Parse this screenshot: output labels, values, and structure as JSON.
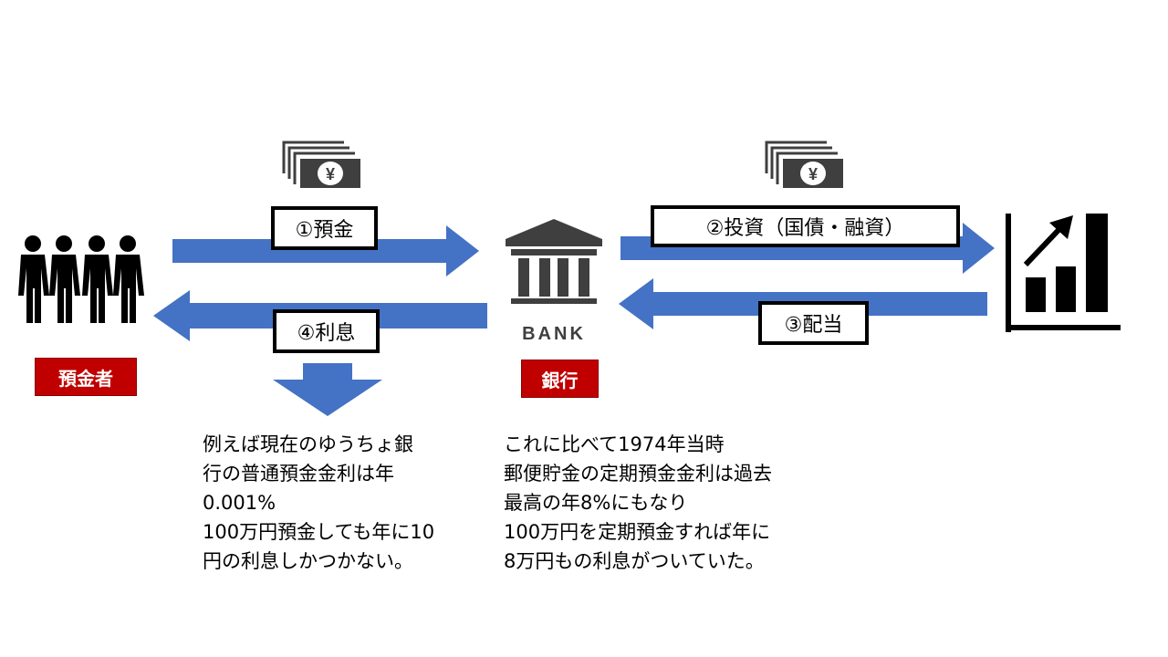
{
  "labels": {
    "deposit": "①預金",
    "invest": "②投資（国債・融資）",
    "dividend": "③配当",
    "interest": "④利息"
  },
  "nodes": {
    "depositor": "預金者",
    "bank": "銀行",
    "bank_sign": "BANK"
  },
  "icons": {
    "people": "people-icon",
    "money_left": "yen-money-icon",
    "money_right": "yen-money-icon",
    "bank": "bank-icon",
    "growth": "growth-chart-icon",
    "yen_symbol": "¥"
  },
  "notes": {
    "current": [
      "例えば現在のゆうちょ銀",
      "行の普通預金金利は年",
      "0.001%",
      "100万円預金しても年に10",
      "円の利息しかつかない。"
    ],
    "past": [
      "これに比べて1974年当時",
      "郵便貯金の定期預金金利は過去",
      "最高の年8%にもなり",
      "100万円を定期預金すれば年に",
      "8万円もの利息がついていた。"
    ]
  },
  "colors": {
    "arrow": "#4472c4",
    "label_red": "#c00000",
    "icon_dark": "#3f3f3f"
  }
}
